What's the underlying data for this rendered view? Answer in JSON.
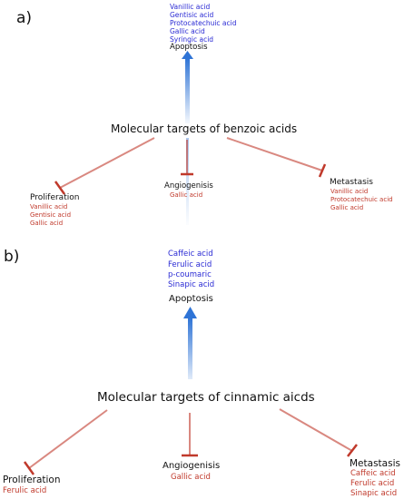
{
  "panel_a": {
    "label": "a)",
    "title": "Molecular targets of benzoic acids",
    "apoptosis": {
      "label": "Apoptosis",
      "compounds": [
        "Vanillic acid",
        "Gentisic acid",
        "Protocatechuic acid",
        "Gallic acid",
        "Syringic acid"
      ]
    },
    "proliferation": {
      "label": "Proliferation",
      "compounds": [
        "Vanillic acid",
        "Gentisic acid",
        "Gallic acid"
      ]
    },
    "angiogenesis": {
      "label": "Angiogenisis",
      "compounds": [
        "Gallic acid"
      ]
    },
    "metastasis": {
      "label": "Metastasis",
      "compounds": [
        "Vanillic acid",
        "Protocatechuic acid",
        "Gallic acid"
      ]
    }
  },
  "panel_b": {
    "label": "b)",
    "title": "Molecular targets of cinnamic aicds",
    "apoptosis": {
      "label": "Apoptosis",
      "compounds": [
        "Caffeic acid",
        "Ferulic acid",
        "p-coumaric",
        "Sinapic acid"
      ]
    },
    "proliferation": {
      "label": "Proliferation",
      "compounds": [
        "Ferulic acid"
      ]
    },
    "angiogenesis": {
      "label": "Angiogenisis",
      "compounds": [
        "Gallic acid"
      ]
    },
    "metastasis": {
      "label": "Metastasis",
      "compounds": [
        "Caffeic acid",
        "Ferulic acid",
        "Sinapic acid"
      ]
    }
  },
  "colors": {
    "activation_arrow": "#2f74d6",
    "inhibition_arrow": "#c0392b",
    "activated_compounds": "#2a2ad4",
    "inhibiting_compounds": "#c0392b"
  }
}
